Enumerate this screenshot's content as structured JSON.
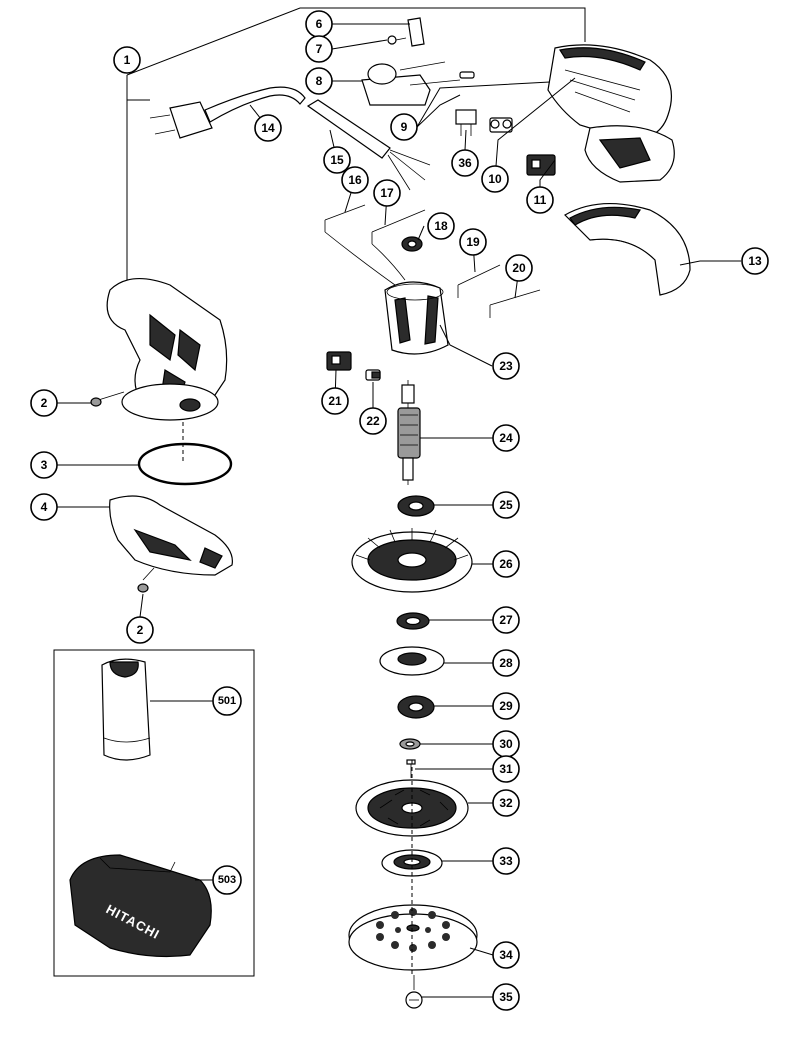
{
  "callouts": [
    {
      "id": "1",
      "label": "1"
    },
    {
      "id": "2a",
      "label": "2"
    },
    {
      "id": "2b",
      "label": "2"
    },
    {
      "id": "3",
      "label": "3"
    },
    {
      "id": "4",
      "label": "4"
    },
    {
      "id": "6",
      "label": "6"
    },
    {
      "id": "7",
      "label": "7"
    },
    {
      "id": "8",
      "label": "8"
    },
    {
      "id": "9",
      "label": "9"
    },
    {
      "id": "10",
      "label": "10"
    },
    {
      "id": "11",
      "label": "11"
    },
    {
      "id": "13",
      "label": "13"
    },
    {
      "id": "14",
      "label": "14"
    },
    {
      "id": "15",
      "label": "15"
    },
    {
      "id": "16",
      "label": "16"
    },
    {
      "id": "17",
      "label": "17"
    },
    {
      "id": "18",
      "label": "18"
    },
    {
      "id": "19",
      "label": "19"
    },
    {
      "id": "20",
      "label": "20"
    },
    {
      "id": "21",
      "label": "21"
    },
    {
      "id": "22",
      "label": "22"
    },
    {
      "id": "23",
      "label": "23"
    },
    {
      "id": "24",
      "label": "24"
    },
    {
      "id": "25",
      "label": "25"
    },
    {
      "id": "26",
      "label": "26"
    },
    {
      "id": "27",
      "label": "27"
    },
    {
      "id": "28",
      "label": "28"
    },
    {
      "id": "29",
      "label": "29"
    },
    {
      "id": "30",
      "label": "30"
    },
    {
      "id": "31",
      "label": "31"
    },
    {
      "id": "32",
      "label": "32"
    },
    {
      "id": "33",
      "label": "33"
    },
    {
      "id": "34",
      "label": "34"
    },
    {
      "id": "35",
      "label": "35"
    },
    {
      "id": "36",
      "label": "36"
    },
    {
      "id": "501",
      "label": "501"
    },
    {
      "id": "503",
      "label": "503"
    }
  ],
  "case_brand_text": "HITACHI"
}
